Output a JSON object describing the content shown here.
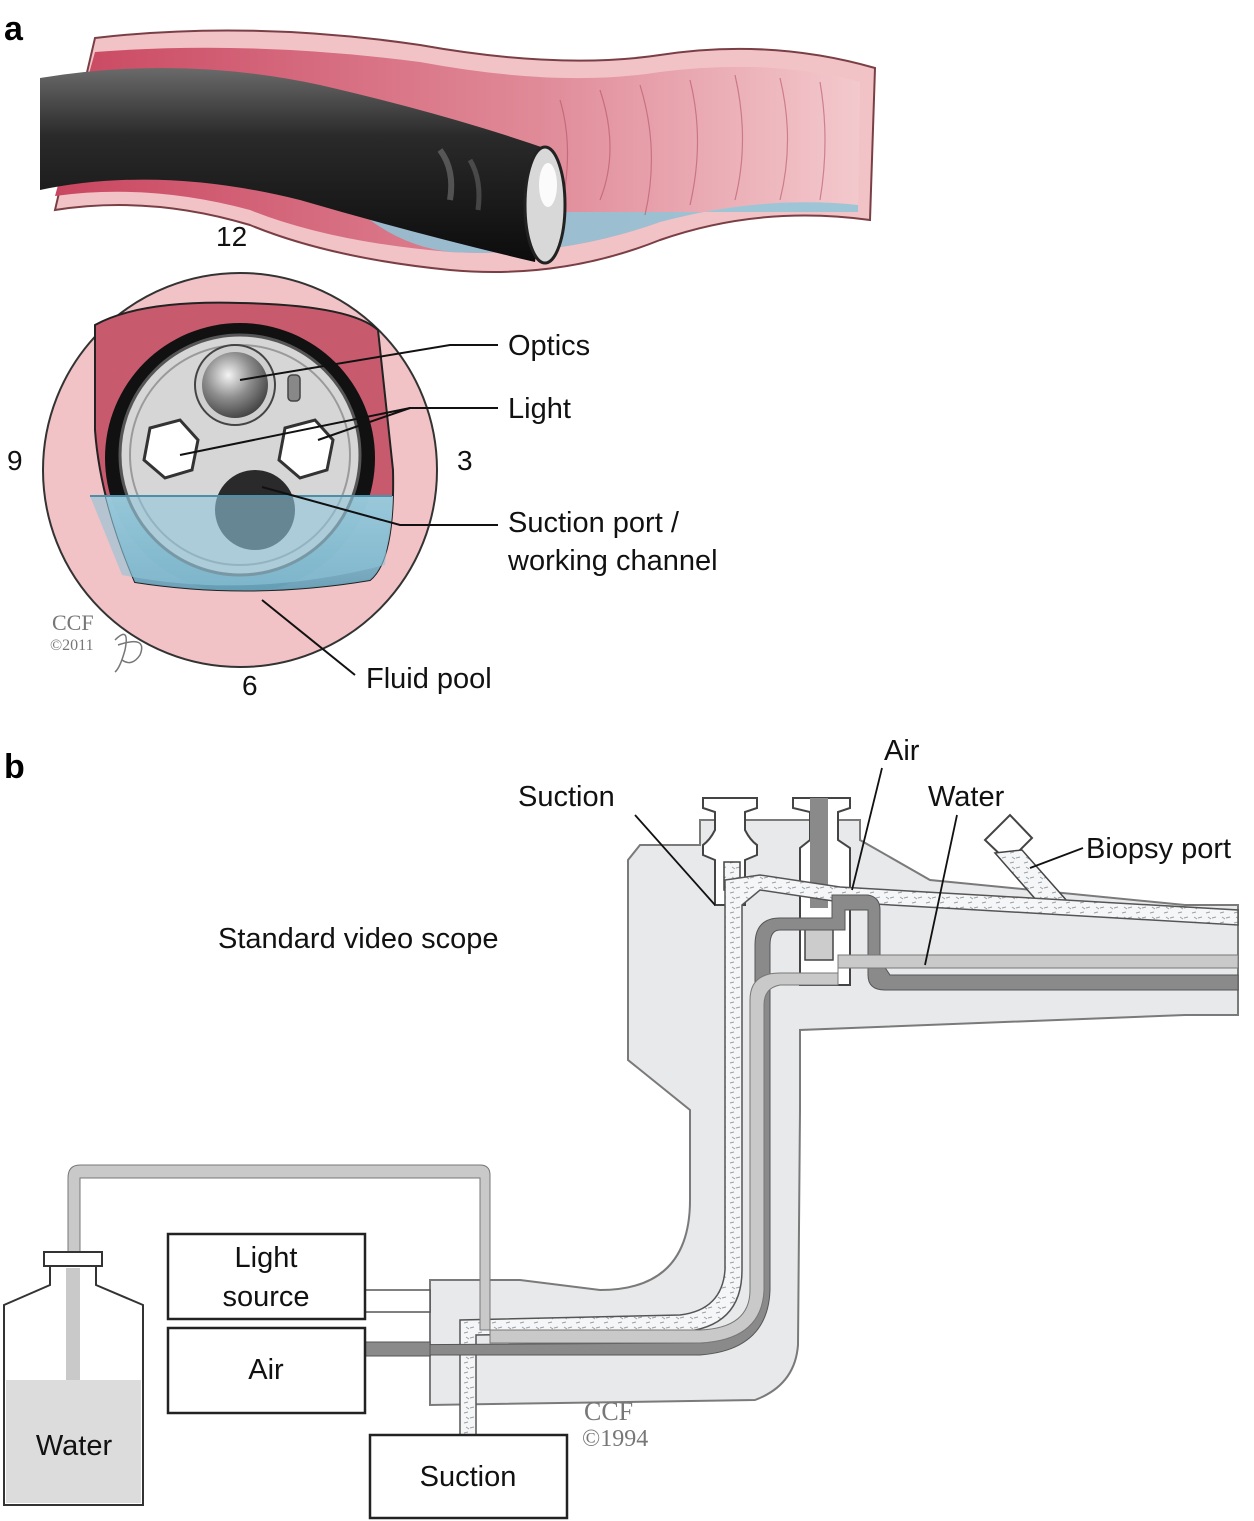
{
  "panel_a": {
    "letter": "a",
    "clock": {
      "twelve": "12",
      "three": "3",
      "six": "6",
      "nine": "9"
    },
    "labels": {
      "optics": "Optics",
      "light": "Light",
      "suction_line1": "Suction port /",
      "suction_line2": "working channel",
      "fluid_pool": "Fluid pool"
    },
    "credit": {
      "org": "CCF",
      "year": "©2011"
    }
  },
  "panel_b": {
    "letter": "b",
    "labels": {
      "suction": "Suction",
      "air": "Air",
      "water": "Water",
      "biopsy_port": "Biopsy port",
      "scope_title": "Standard video scope"
    },
    "boxes": {
      "light_line1": "Light",
      "light_line2": "source",
      "air": "Air",
      "water": "Water",
      "suction": "Suction"
    },
    "credit": {
      "org": "CCF",
      "year": "©1994"
    }
  },
  "colors": {
    "tissue_pink": "#f2c3c6",
    "lumen_red": "#d9677a",
    "scope_black": "#1a1a1a",
    "fluid_blue": "#8ec5d8",
    "scope_gray": "#e8e9ea",
    "tube_dark": "#888888",
    "tube_light": "#c9c9c9"
  }
}
